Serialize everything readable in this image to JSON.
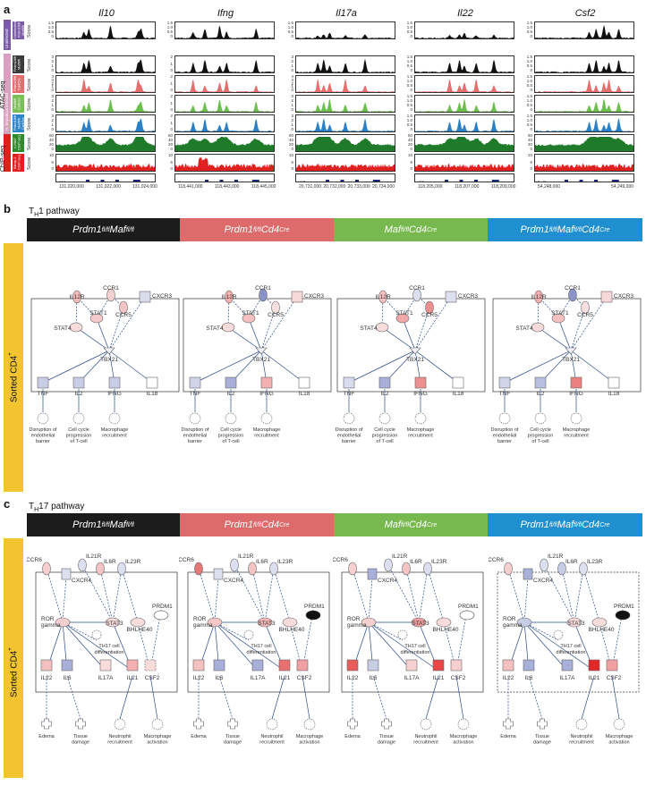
{
  "panel_a": {
    "letter": "a",
    "genes": [
      "Il10",
      "Ifng",
      "Il17a",
      "Il22",
      "Csf2"
    ],
    "group_labels": {
      "atac": "ATAC-seq",
      "chip": "ChIP-seq"
    },
    "score_label": "Score",
    "track_tags": [
      {
        "name": "Uninfected Prdm1fl/fl Maffl/fl",
        "color": "#3a3a3a",
        "group_color": "#7b5aa6"
      },
      {
        "name": "Prdm1fl/fl Maffl/fl",
        "color": "#3a3a3a",
        "group_color": "#d9a0c0"
      },
      {
        "name": "Prdm1fl/fl Cd4Cre",
        "color": "#e07070",
        "group_color": "#d9a0c0"
      },
      {
        "name": "Maffl/fl Cd4Cre",
        "color": "#7bbf5a",
        "group_color": "#7bbf5a"
      },
      {
        "name": "Prdm1fl/fl Maffl/fl Cd4Cre",
        "color": "#2e86c8",
        "group_color": "#2e86c8"
      },
      {
        "name": "c-MAF ChIP-seq",
        "color": "#2e8a2e",
        "group_color": "#2e8a2e"
      },
      {
        "name": "Blimp-1 ChIP-seq",
        "color": "#e02020",
        "group_color": "#e02020"
      }
    ],
    "group_side_labels": [
      "Uninfected",
      "H. hepaticus infected"
    ],
    "track_colors": [
      "#111111",
      "#111111",
      "#e3706e",
      "#6cbf4c",
      "#2b7fc4",
      "#1f7a2a",
      "#e02020"
    ],
    "y_ticks": [
      [
        [
          "1.5",
          "1.0",
          "0.5",
          "0"
        ],
        [
          "1.5",
          "1.0",
          "0.5",
          "0"
        ],
        [
          "1.5",
          "1.0",
          "0.5",
          "0"
        ],
        [
          "1.5",
          "1.0",
          "0.5",
          "0"
        ],
        [
          "1.5",
          "1.0",
          "0.5",
          "0"
        ]
      ],
      [
        [
          "3",
          "2",
          "1",
          "0"
        ],
        [
          "2",
          "1",
          "0"
        ],
        [
          "3",
          "2",
          "1",
          "0"
        ],
        [
          "1.5",
          "1.0",
          "0.5",
          "0"
        ],
        [
          "1.5",
          "1.0",
          "0.5",
          "0"
        ]
      ],
      [
        [
          "4",
          "3",
          "2",
          "1",
          "0"
        ],
        [
          "2",
          "1",
          "0"
        ],
        [
          "4",
          "3",
          "2",
          "1",
          "0"
        ],
        [
          "1.5",
          "1.0",
          "0.5",
          "0"
        ],
        [
          "1.5",
          "1.0",
          "0.5",
          "0"
        ]
      ],
      [
        [
          "3",
          "2",
          "1",
          "0"
        ],
        [
          "2",
          "1",
          "0"
        ],
        [
          "3",
          "2",
          "1",
          "0"
        ],
        [
          "1.5",
          "1.0",
          "0.5",
          "0"
        ],
        [
          "1.5",
          "1.0",
          "0.5",
          "0"
        ]
      ],
      [
        [
          "3",
          "2",
          "1",
          "0"
        ],
        [
          "2",
          "1",
          "0"
        ],
        [
          "3",
          "2",
          "1",
          "0"
        ],
        [
          "1.5",
          "1.0",
          "0.5",
          "0"
        ],
        [
          "1.5",
          "1.0",
          "0.5",
          "0"
        ]
      ],
      [
        [
          "60",
          "40",
          "20",
          "0"
        ],
        [
          "60",
          "40",
          "20",
          "0"
        ],
        [
          "60",
          "40",
          "20",
          "0"
        ],
        [
          "60",
          "40",
          "20",
          "0"
        ],
        [
          "60",
          "40",
          "20",
          "0"
        ]
      ],
      [
        [
          "10",
          "5",
          "0"
        ],
        [
          "10",
          "5",
          "0"
        ],
        [
          "10",
          "5",
          "0"
        ],
        [
          "10",
          "5",
          "0"
        ],
        [
          "10",
          "5",
          "0"
        ]
      ]
    ],
    "gene_models": [
      "Il10",
      "Ifng",
      "Il17a",
      "Il22",
      "Csf2"
    ],
    "coords": [
      [
        "131,020,000",
        "131,022,000",
        "131,024,000"
      ],
      [
        "118,441,000",
        "118,443,000",
        "118,445,000"
      ],
      [
        "20,731,000",
        "20,732,000",
        "20,733,000",
        "20,734,000"
      ],
      [
        "118,205,000",
        "118,207,000",
        "118,209,000"
      ],
      [
        "54,248,000",
        "54,249,000"
      ]
    ]
  },
  "panel_b": {
    "letter": "b",
    "title_main": "T",
    "title_sub": "H",
    "title_rest": "1 pathway",
    "sorted_label": "Sorted CD4",
    "sorted_sup": "+",
    "conditions": [
      {
        "main": "Prdm1",
        "sup1": "fl/fl",
        "main2": "Maf",
        "sup2": "fl/fl",
        "color": "#1c1c1c"
      },
      {
        "main": "Prdm1",
        "sup1": "fl/fl",
        "main2": "Cd4",
        "sup2": "Cre",
        "color": "#dd6b6b"
      },
      {
        "main": "Maf",
        "sup1": "fl/fl",
        "main2": "Cd4",
        "sup2": "Cre",
        "color": "#78b94f"
      },
      {
        "main": "Prdm1",
        "sup1": "fl/fl",
        "main2": "Maf",
        "sup2": "fl/fl",
        "main3": "Cd4",
        "sup3": "Cre",
        "color": "#1f8fd0"
      }
    ],
    "nodes": [
      "IL12R",
      "CCR1",
      "CXCR3",
      "CCR5",
      "STAT1",
      "STAT4",
      "TBX21",
      "TNF",
      "IL2",
      "IFNG",
      "IL18"
    ],
    "outcomes": [
      "Disruption of\nendothelial\nbarrier",
      "Cell cycle\nprogression\nof T-cell",
      "Macrophage\nrecruitment"
    ],
    "node_colors": [
      {
        "IL12R": "#f4b8b8",
        "CCR1": "#f6d0d0",
        "CXCR3": "#d8dced",
        "CCR5": "#f4c4c4",
        "STAT1": "#f6caca",
        "STAT4": "#f8dcdc",
        "TBX21": "#f0f0f8",
        "TNF": "#c8cde6",
        "IL2": "#c8cde6",
        "IFNG": "#c8cde6",
        "IL18": "#ffffff"
      },
      {
        "IL12R": "#f4b0b0",
        "CCR1": "#8a93c8",
        "CXCR3": "#f6d8d8",
        "CCR5": "#f8e0e0",
        "STAT1": "#f4c0c0",
        "STAT4": "#f8dcdc",
        "TBX21": "#f0f0f8",
        "TNF": "#d0d4ea",
        "IL2": "#a8afd8",
        "IFNG": "#f4b0b0",
        "IL18": "#ffffff"
      },
      {
        "IL12R": "#f4c0c0",
        "CCR1": "#dcdff0",
        "CXCR3": "#dcdff0",
        "CCR5": "#ec9090",
        "STAT1": "#f0a8a8",
        "STAT4": "#f8dcdc",
        "TBX21": "#f0f0f8",
        "TNF": "#d8dcee",
        "IL2": "#a8afd8",
        "IFNG": "#ec9090",
        "IL18": "#ffffff"
      },
      {
        "IL12R": "#f4b0b0",
        "CCR1": "#8a93c8",
        "CXCR3": "#f8d8d8",
        "CCR5": "#f8e0e0",
        "STAT1": "#f4c0c0",
        "STAT4": "#f8dcdc",
        "TBX21": "#f0f0f8",
        "TNF": "#d0d4ea",
        "IL2": "#b8bee0",
        "IFNG": "#ec8080",
        "IL18": "#ffffff"
      }
    ]
  },
  "panel_c": {
    "letter": "c",
    "title_main": "T",
    "title_sub": "H",
    "title_rest": "17 pathway",
    "sorted_label": "Sorted CD4",
    "sorted_sup": "+",
    "nodes": [
      "CCR6",
      "IL21R",
      "IL6R",
      "IL23R",
      "CXCR4",
      "PRDM1",
      "ROR\ngamma",
      "STAT3",
      "BHLHE40",
      "TH17 cell\ndifferentiation",
      "IL22",
      "IL6",
      "IL17A",
      "IL21",
      "CSF2"
    ],
    "outcomes": [
      "Edema",
      "Tissue\ndamage",
      "Neutrophil\nrecruitment",
      "Macrophage\nactivation"
    ],
    "node_colors": [
      {
        "CCR6": "#f6d0d0",
        "IL21R": "#dcdff0",
        "IL6R": "#f4c4c4",
        "IL23R": "#dcdff0",
        "CXCR4": "#dcdff0",
        "PRDM1": "#ffffff",
        "ROR": "#f6d0d0",
        "STAT3": "#f8dcdc",
        "BHLHE40": "#f8dcdc",
        "IL22": "#f4c0c0",
        "IL6": "#a8afd8",
        "IL17A": "#f8dcdc",
        "IL21": "#f4b0b0",
        "CSF2": "#f8dcdc"
      },
      {
        "CCR6": "#e87878",
        "IL21R": "#dcdff0",
        "IL6R": "#f4c4c4",
        "IL23R": "#dcdff0",
        "CXCR4": "#dcdff0",
        "PRDM1": "#111111",
        "ROR": "#f6c8c8",
        "STAT3": "#f4b8b8",
        "BHLHE40": "#f8dcdc",
        "IL22": "#f4c0c0",
        "IL6": "#a8afd8",
        "IL17A": "#a8afd8",
        "IL21": "#e87070",
        "CSF2": "#f0a0a0"
      },
      {
        "CCR6": "#f6d0d0",
        "IL21R": "#dcdff0",
        "IL6R": "#f4c4c4",
        "IL23R": "#dcdff0",
        "CXCR4": "#a8afd8",
        "PRDM1": "#ffffff",
        "ROR": "#f6d0d0",
        "STAT3": "#f0a0a0",
        "BHLHE40": "#f8dcdc",
        "IL22": "#e85c5c",
        "IL6": "#c8cde6",
        "IL17A": "#f6d0d0",
        "IL21": "#e84848",
        "CSF2": "#f6d0d0"
      },
      {
        "CCR6": "#f6d0d0",
        "IL21R": "#dcdff0",
        "IL6R": "#c8cde6",
        "IL23R": "#dcdff0",
        "CXCR4": "#a8afd8",
        "PRDM1": "#111111",
        "ROR": "#c8cde6",
        "STAT3": "#f8dcdc",
        "BHLHE40": "#f8dcdc",
        "IL22": "#f4c0c0",
        "IL6": "#a8afd8",
        "IL17A": "#a8afd8",
        "IL21": "#e02828",
        "CSF2": "#f0a0a0"
      }
    ]
  }
}
